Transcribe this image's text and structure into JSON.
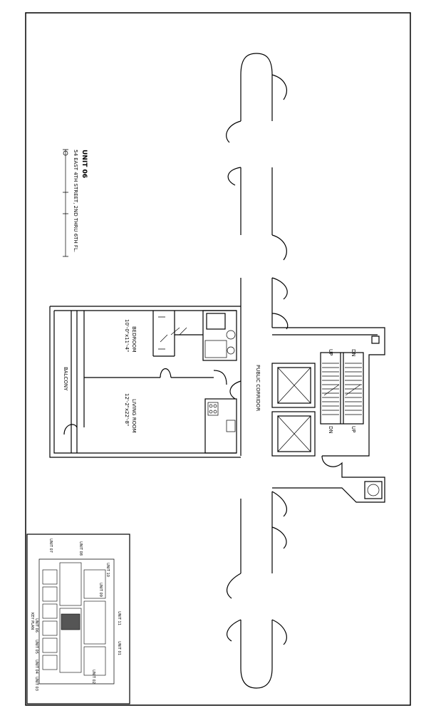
{
  "title": {
    "unit": "UNIT 06",
    "address": "54 EAST 4TH STREET, 2ND THRU 6TH FL."
  },
  "rooms": {
    "bedroom": {
      "name": "BEDROOM",
      "size": "10'-0\"x11'-4\""
    },
    "living_room": {
      "name": "LIVING ROOM",
      "size": "12'-2\"x22'-8\""
    },
    "balcony": {
      "name": "BALCONY"
    },
    "corridor": {
      "name": "PUBLIC CORRIDOR"
    }
  },
  "stairs": {
    "up_1": "UP",
    "dn_1": "DN",
    "dn_2": "DN",
    "up_2": "UP"
  },
  "key_plan": {
    "title": "KEY PLAN",
    "units": [
      "UNIT 07",
      "UNIT 08",
      "UNIT 09",
      "UNIT 10",
      "UNIT 11",
      "UNIT 06",
      "UNIT 05",
      "UNIT 04",
      "UNIT 03",
      "UNIT 02",
      "UNIT 01"
    ]
  }
}
